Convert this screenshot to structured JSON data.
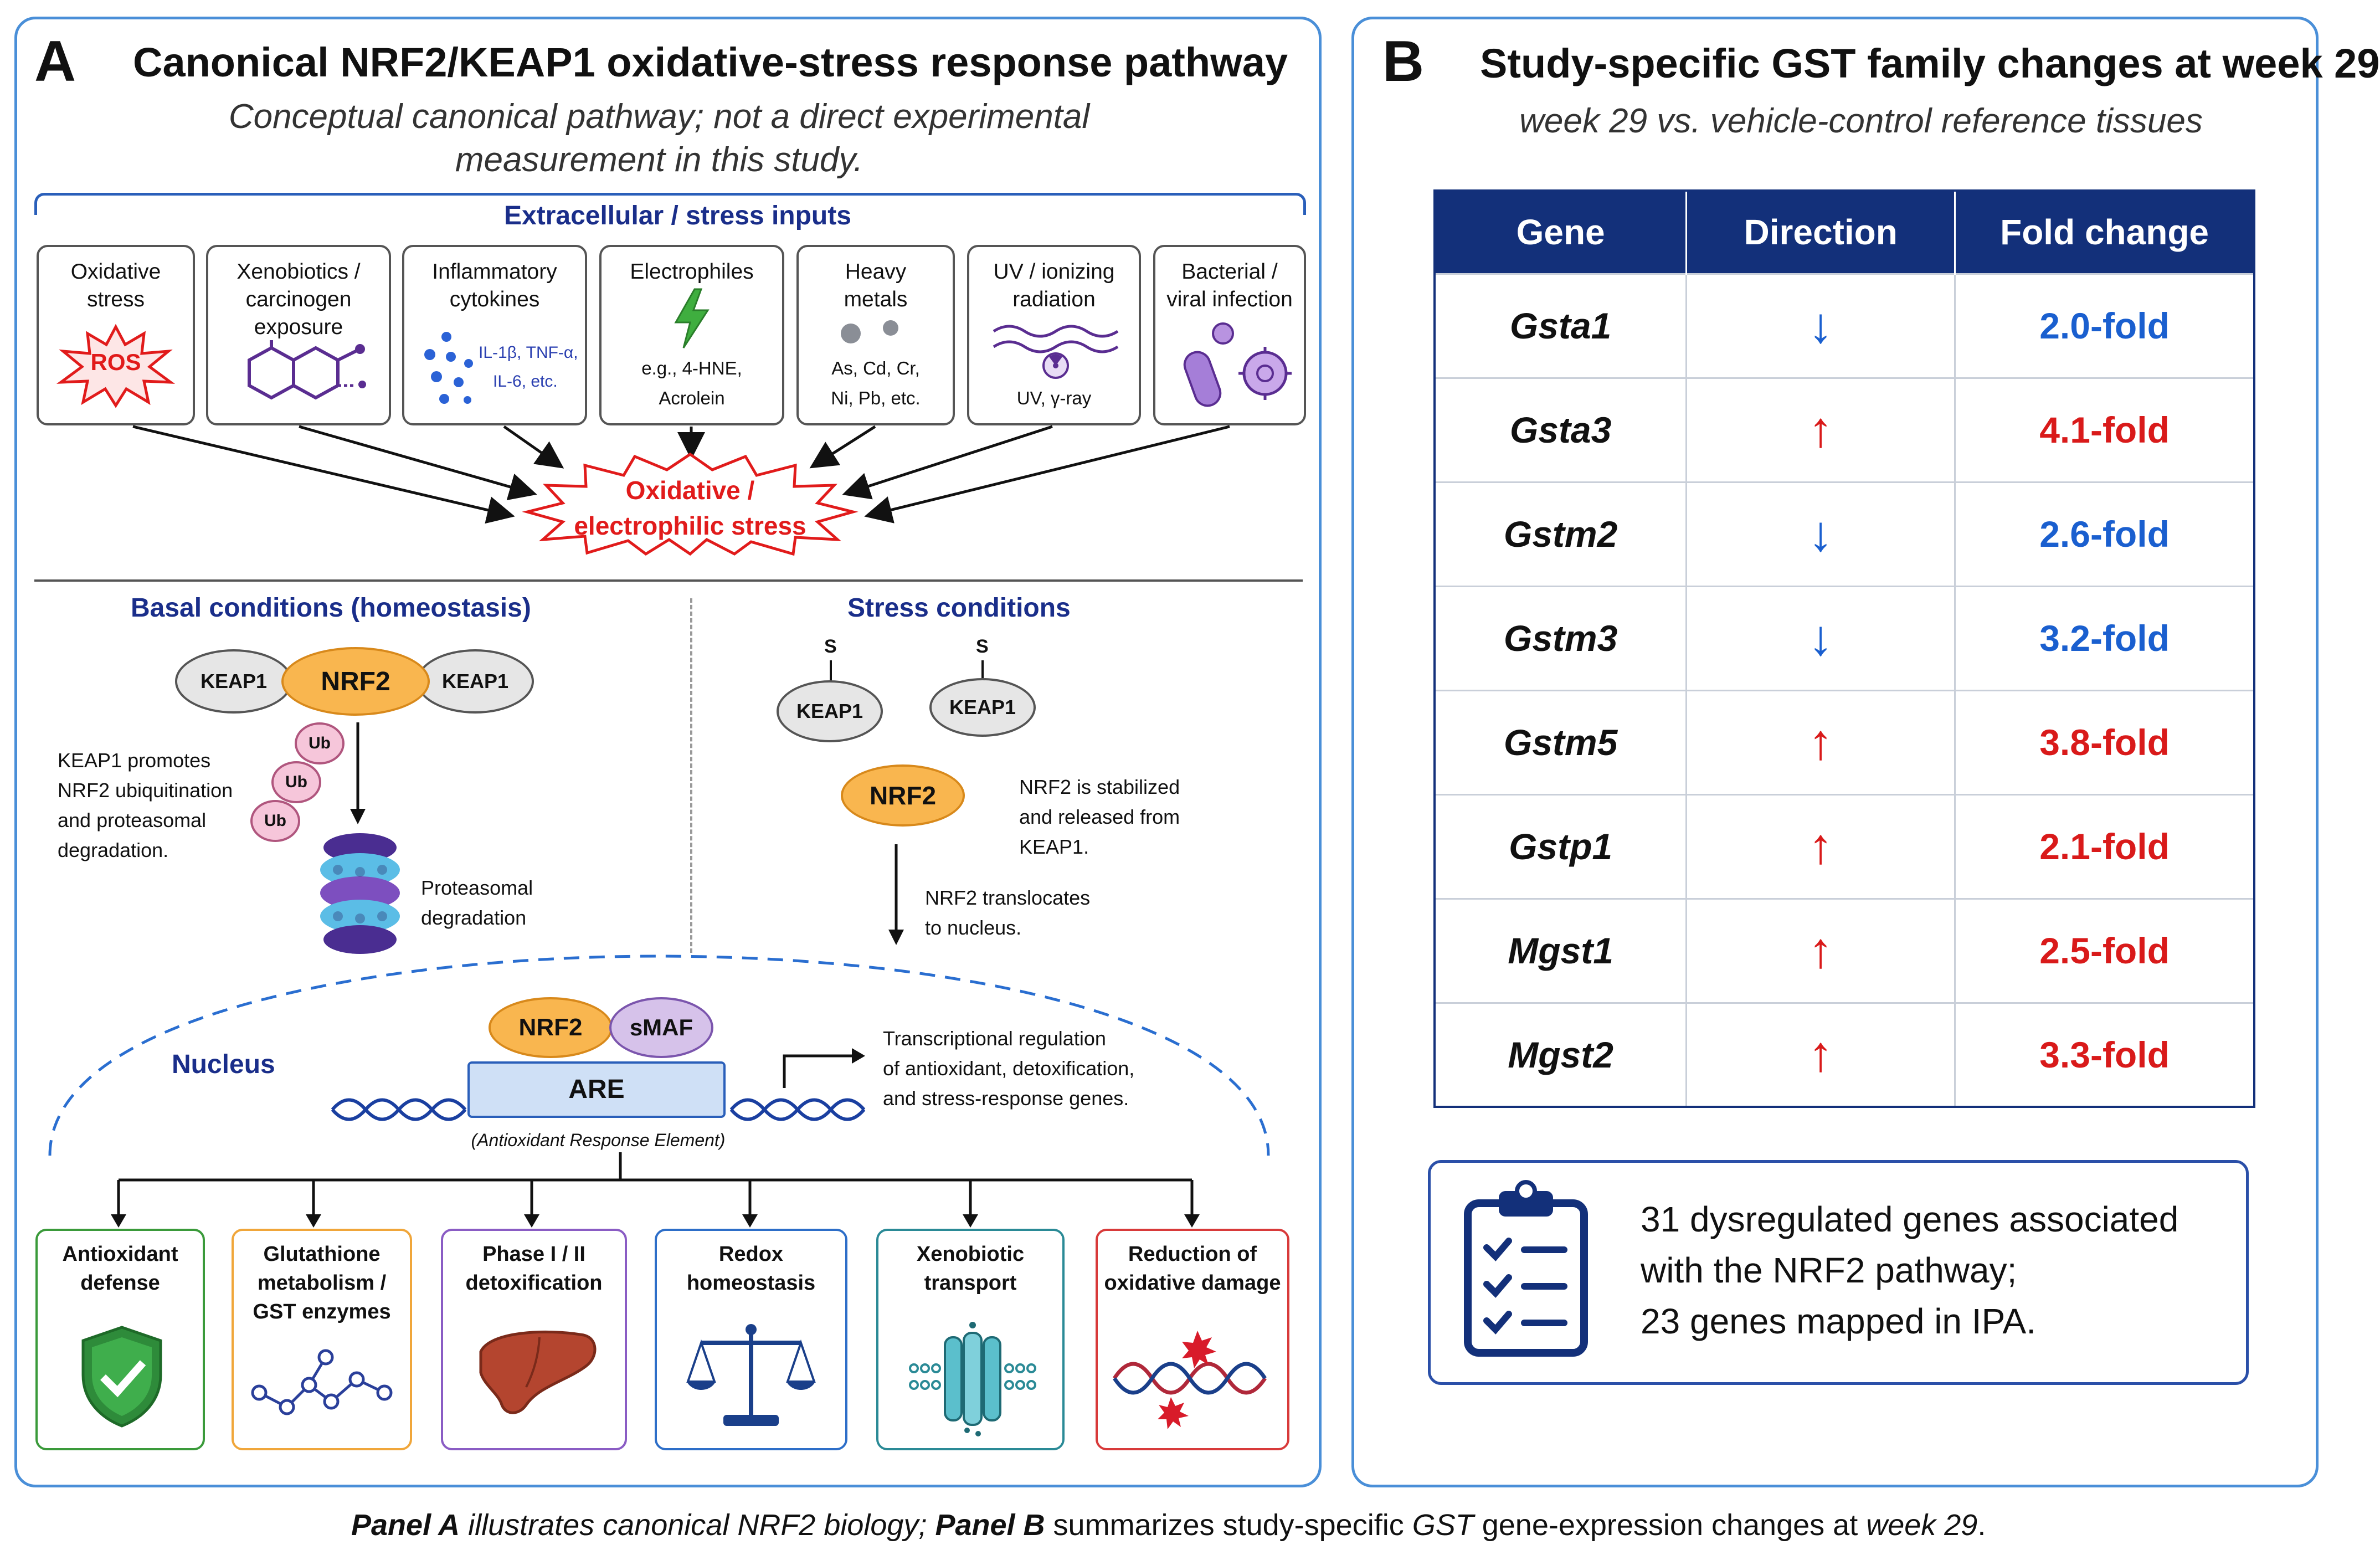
{
  "panelA": {
    "letter": "A",
    "title": "Canonical NRF2/KEAP1 oxidative-stress response pathway",
    "subtitle_line1": "Conceptual canonical pathway; not a direct experimental",
    "subtitle_line2": "measurement in this study.",
    "inputs_heading": "Extracellular / stress inputs",
    "inputs": [
      {
        "label": "Oxidative stress",
        "badge": "ROS"
      },
      {
        "label": "Xenobiotics / carcinogen exposure"
      },
      {
        "label": "Inflammatory cytokines",
        "note1": "IL-1β, TNF-α,",
        "note2": "IL-6, etc."
      },
      {
        "label": "Electrophiles",
        "note1": "e.g., 4-HNE,",
        "note2": "Acrolein"
      },
      {
        "label": "Heavy metals",
        "note1": "As, Cd, Cr,",
        "note2": "Ni, Pb, etc."
      },
      {
        "label": "UV / ionizing radiation",
        "note1": "UV, γ-ray"
      },
      {
        "label": "Bacterial / viral infection"
      }
    ],
    "stress_burst_line1": "Oxidative /",
    "stress_burst_line2": "electrophilic stress",
    "basal": {
      "heading": "Basal conditions (homeostasis)",
      "keap1_left": "KEAP1",
      "nrf2": "NRF2",
      "keap1_right": "KEAP1",
      "ub": "Ub",
      "note_l1": "KEAP1 promotes",
      "note_l2": "NRF2 ubiquitination",
      "note_l3": "and proteasomal",
      "note_l4": "degradation.",
      "proteasome_l1": "Proteasomal",
      "proteasome_l2": "degradation"
    },
    "stress": {
      "heading": "Stress conditions",
      "s_label": "S",
      "keap1": "KEAP1",
      "nrf2": "NRF2",
      "note_l1": "NRF2 is stabilized",
      "note_l2": "and released from",
      "note_l3": "KEAP1.",
      "trans_l1": "NRF2 translocates",
      "trans_l2": "to nucleus."
    },
    "nucleus": {
      "label": "Nucleus",
      "nrf2": "NRF2",
      "smaf": "sMAF",
      "are": "ARE",
      "are_full": "(Antioxidant Response Element)",
      "reg_l1": "Transcriptional regulation",
      "reg_l2": "of antioxidant, detoxification,",
      "reg_l3": "and stress-response genes."
    },
    "outputs": [
      {
        "l1": "Antioxidant",
        "l2": "defense",
        "color": "#3a9a3a"
      },
      {
        "l1": "Glutathione",
        "l2": "metabolism /",
        "l3": "GST enzymes",
        "color": "#f0a63a"
      },
      {
        "l1": "Phase I / II",
        "l2": "detoxification",
        "color": "#8a5cc4"
      },
      {
        "l1": "Redox",
        "l2": "homeostasis",
        "color": "#2d6ec8"
      },
      {
        "l1": "Xenobiotic",
        "l2": "transport",
        "color": "#2a8a96"
      },
      {
        "l1": "Reduction of",
        "l2": "oxidative damage",
        "color": "#d83a3a"
      }
    ]
  },
  "panelB": {
    "letter": "B",
    "title": "Study-specific GST family changes at week 29",
    "subtitle": "week 29 vs. vehicle-control reference tissues",
    "table": {
      "headers": [
        "Gene",
        "Direction",
        "Fold change"
      ],
      "rows": [
        {
          "gene": "Gsta1",
          "direction": "down",
          "arrow": "↓",
          "fold": "2.0-fold"
        },
        {
          "gene": "Gsta3",
          "direction": "up",
          "arrow": "↑",
          "fold": "4.1-fold"
        },
        {
          "gene": "Gstm2",
          "direction": "down",
          "arrow": "↓",
          "fold": "2.6-fold"
        },
        {
          "gene": "Gstm3",
          "direction": "down",
          "arrow": "↓",
          "fold": "3.2-fold"
        },
        {
          "gene": "Gstm5",
          "direction": "up",
          "arrow": "↑",
          "fold": "3.8-fold"
        },
        {
          "gene": "Gstp1",
          "direction": "up",
          "arrow": "↑",
          "fold": "2.1-fold"
        },
        {
          "gene": "Mgst1",
          "direction": "up",
          "arrow": "↑",
          "fold": "2.5-fold"
        },
        {
          "gene": "Mgst2",
          "direction": "up",
          "arrow": "↑",
          "fold": "3.3-fold"
        }
      ]
    },
    "summary_l1": "31 dysregulated genes associated",
    "summary_l2": "with the NRF2 pathway;",
    "summary_l3": "23 genes mapped in IPA."
  },
  "caption": {
    "a_bold": "Panel A",
    "a_text": " illustrates canonical NRF2 biology; ",
    "b_bold": "Panel B",
    "b_text": " summarizes study-specific ",
    "gst": "GST",
    "end_text": " gene-expression changes at ",
    "week": "week 29",
    "period": "."
  },
  "colors": {
    "panel_border": "#4a8fd8",
    "up_red": "#d91a1a",
    "down_blue": "#1a5fcf",
    "table_header": "#13307a",
    "section_blue": "#1a2e8a",
    "nrf2_orange": "#f9b64f",
    "smaf_purple": "#d6c2ea",
    "are_blue": "#cfe0f6"
  }
}
